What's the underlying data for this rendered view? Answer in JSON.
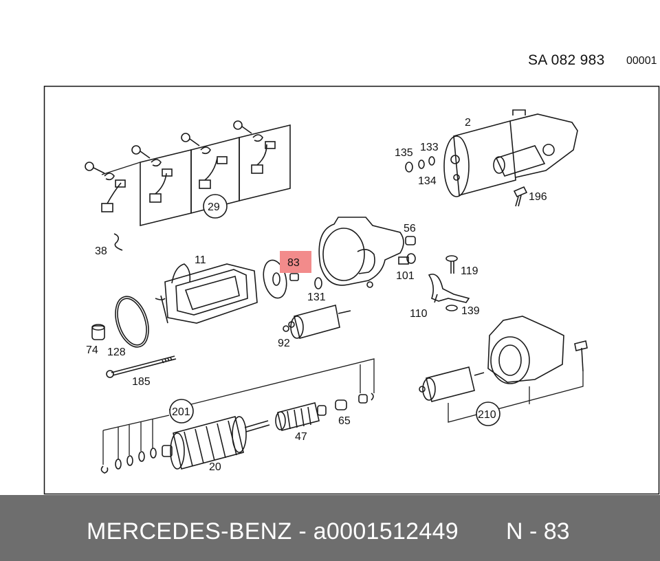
{
  "header": {
    "diagram_code": "SA 082 983",
    "sheet_number": "00001"
  },
  "footer": {
    "brand_part": "MERCEDES-BENZ - a0001512449",
    "reference": "N - 83"
  },
  "highlight_color": "#f28b8b",
  "callouts": {
    "c2": "2",
    "c135": "135",
    "c133": "133",
    "c134": "134",
    "c196": "196",
    "c29": "29",
    "c38": "38",
    "c11": "11",
    "c83": "83",
    "c131": "131",
    "c56": "56",
    "c101": "101",
    "c119": "119",
    "c110": "110",
    "c139": "139",
    "c92": "92",
    "c74": "74",
    "c128": "128",
    "c185": "185",
    "c201": "201",
    "c65": "65",
    "c47": "47",
    "c20": "20",
    "c210": "210"
  }
}
